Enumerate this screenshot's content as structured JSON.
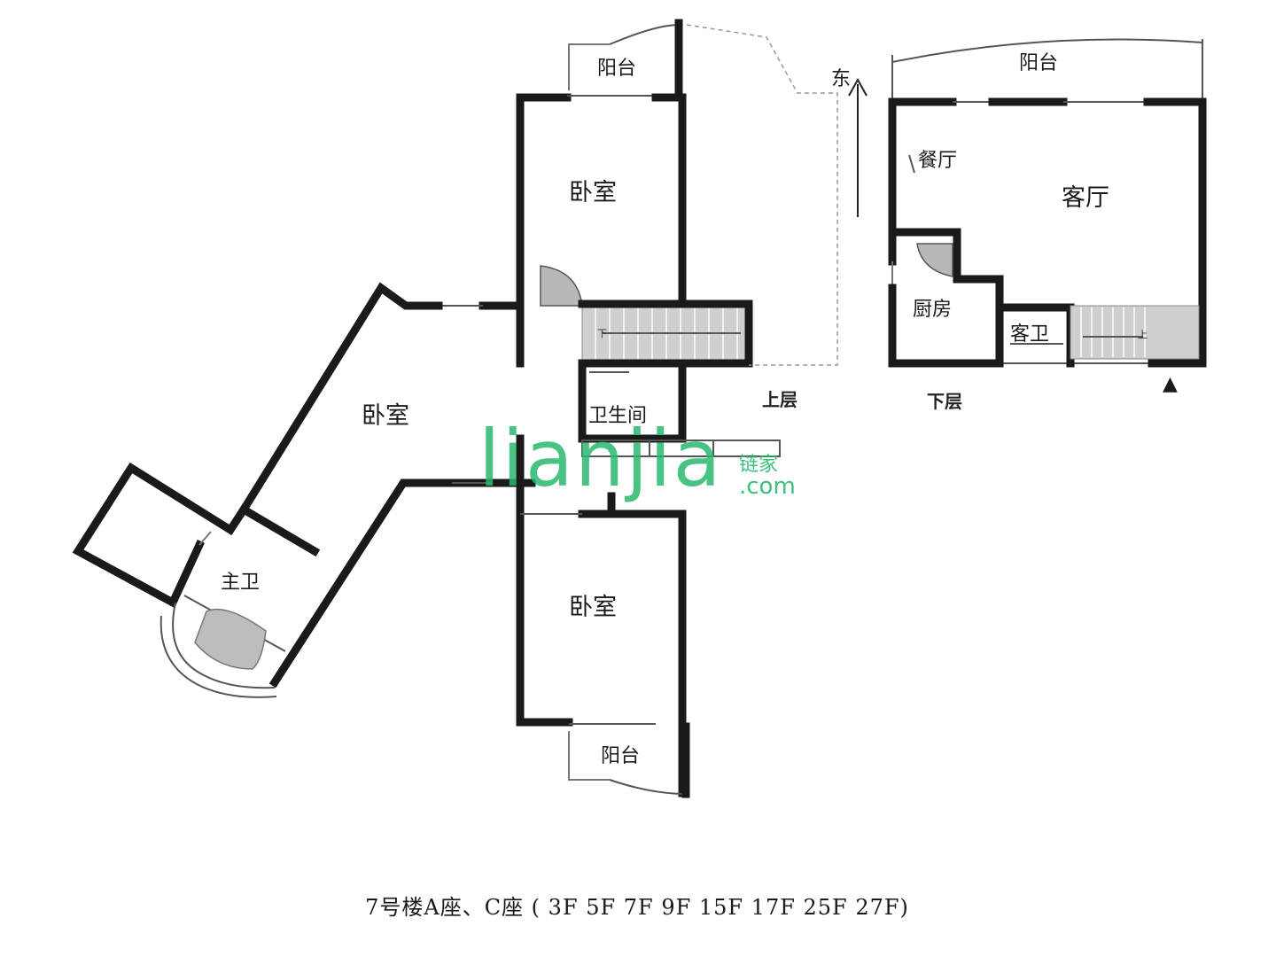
{
  "upper_floor": {
    "label": "上层",
    "rooms": {
      "balcony_north": "阳台",
      "bedroom_north": "卧室",
      "bedroom_west": "卧室",
      "bathroom": "卫生间",
      "master_bath": "主卫",
      "bedroom_south": "卧室",
      "balcony_south": "阳台"
    },
    "stairs_label": "下"
  },
  "lower_floor": {
    "label": "下层",
    "rooms": {
      "balcony": "阳台",
      "dining": "餐厅",
      "living": "客厅",
      "kitchen": "厨房",
      "guest_bath": "客卫"
    },
    "stairs_label": "上",
    "entrance_symbol": "▲"
  },
  "compass": {
    "label": "东"
  },
  "watermark": {
    "text": "lianjia",
    "brand": "链家",
    "domain": ".com"
  },
  "caption": "7号楼A座、C座 ( 3F  5F  7F  9F  15F  17F  25F  27F)"
}
